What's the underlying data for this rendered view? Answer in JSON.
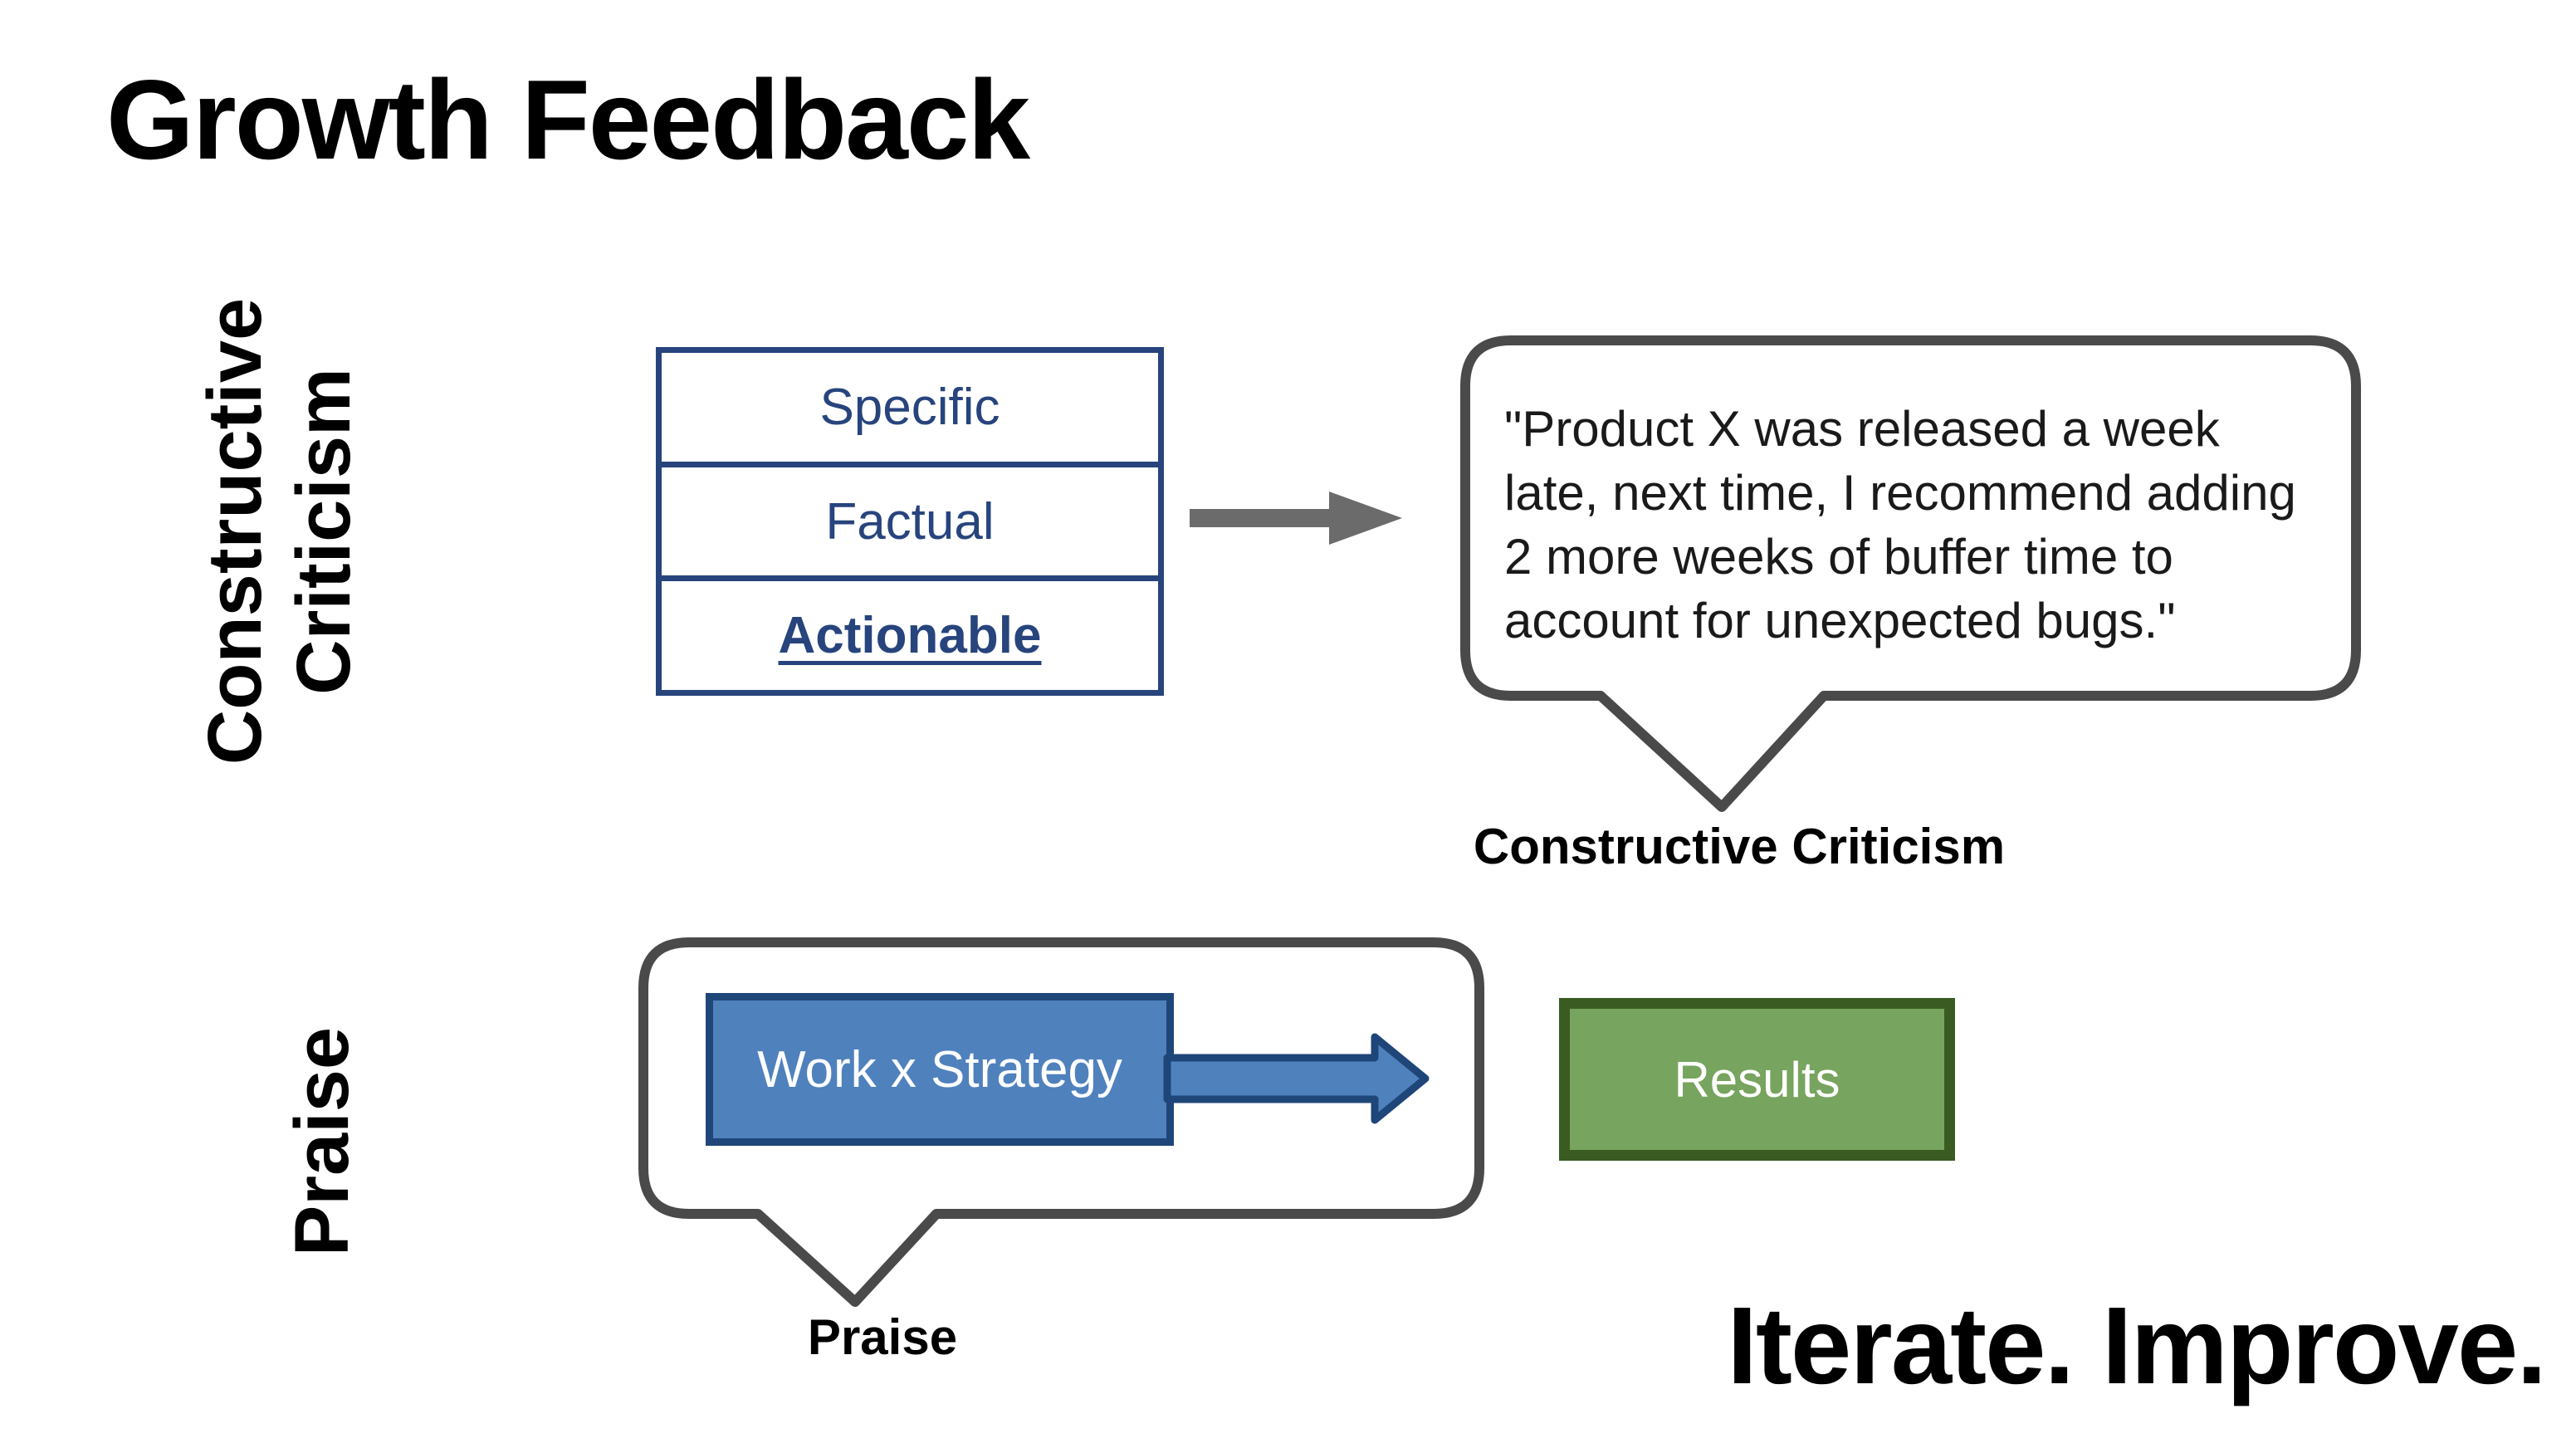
{
  "slide": {
    "title": "Growth Feedback",
    "tagline": "Iterate. Improve."
  },
  "colors": {
    "navy_outline": "#27447D",
    "navy_text": "#27447D",
    "blue_fill": "#4F81BD",
    "blue_outline": "#1F4679",
    "green_fill": "#77A45E",
    "green_outline": "#3A5B22",
    "gray_arrow": "#6B6B6B",
    "bubble_outline": "#4A4A4A",
    "text_black": "#000000",
    "white": "#FFFFFF"
  },
  "constructive_section": {
    "side_label_line1": "Constructive",
    "side_label_line2": "Criticism",
    "criteria": [
      "Specific",
      "Factual",
      "Actionable"
    ],
    "quote": "\"Product X was released a week late, next time, I recommend adding 2 more weeks of buffer time to account for unexpected bugs.\"",
    "caption": "Constructive Criticism"
  },
  "praise_section": {
    "side_label": "Praise",
    "work_box_label": "Work x Strategy",
    "results_box_label": "Results",
    "caption": "Praise"
  }
}
